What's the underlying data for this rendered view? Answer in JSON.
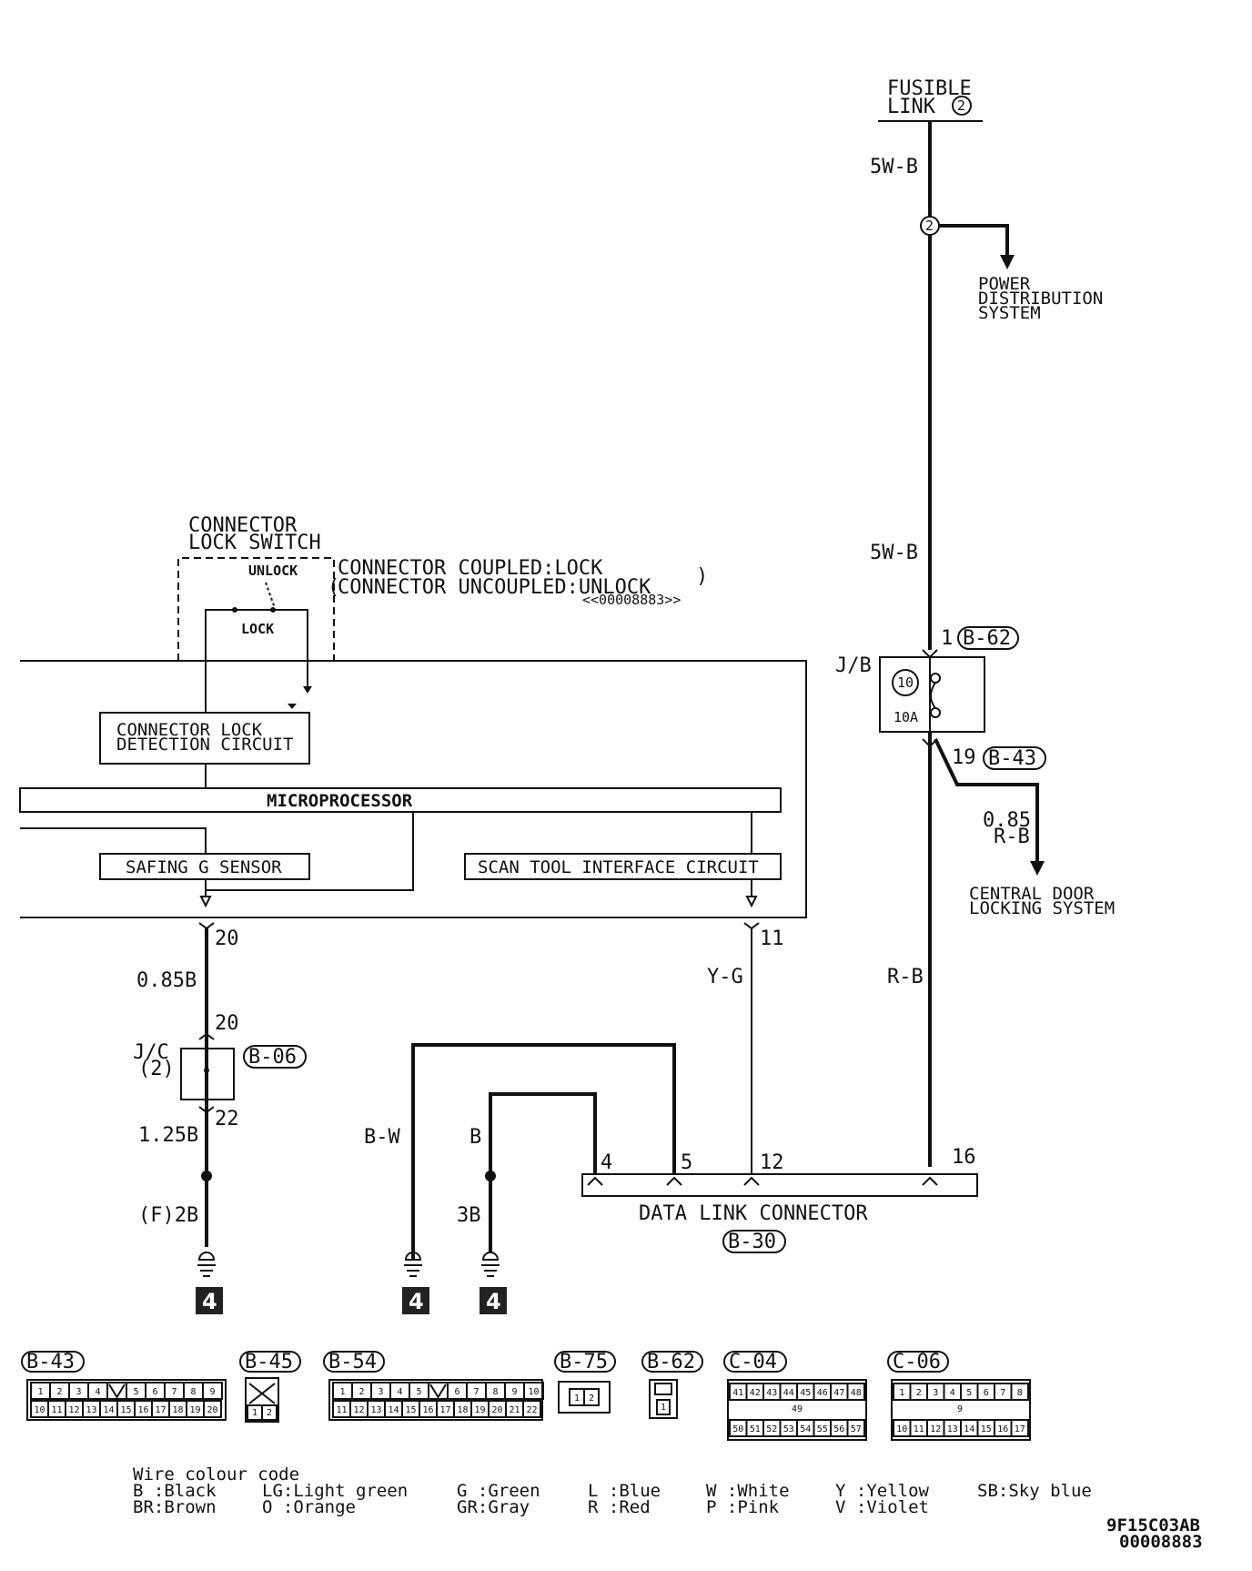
{
  "power": {
    "fusible_link": [
      "FUSIBLE",
      "LINK"
    ],
    "fusible_link_num": "2",
    "wire_top": "5W-B",
    "wire_mid": "5W-B",
    "junction_num": "2",
    "power_distribution": [
      "POWER",
      "DISTRIBUTION",
      "SYSTEM"
    ]
  },
  "jb": {
    "label": "J/B",
    "fuse_num": "10",
    "fuse_amp": "10A",
    "pin_in": "1",
    "conn_in": "B-62",
    "pin_out": "19",
    "conn_out": "B-43",
    "branch_wire": [
      "0.85",
      "R-B"
    ],
    "central_door": [
      "CENTRAL DOOR",
      "LOCKING SYSTEM"
    ],
    "wire_down": "R-B"
  },
  "srs": {
    "lock_switch_title": [
      "CONNECTOR",
      "LOCK SWITCH"
    ],
    "unlock": "UNLOCK",
    "lock": "LOCK",
    "coupled_note": [
      "CONNECTOR COUPLED:LOCK",
      "CONNECTOR UNCOUPLED:UNLOCK"
    ],
    "ref_code": "<<00008883>>",
    "lock_detect": [
      "CONNECTOR LOCK",
      "DETECTION CIRCUIT"
    ],
    "microprocessor": "MICROPROCESSOR",
    "safing": "SAFING G SENSOR",
    "scan_tool": "SCAN TOOL INTERFACE CIRCUIT"
  },
  "ground_branch": {
    "pin_top": "20",
    "wire1": "0.85B",
    "pin_jc_in": "20",
    "jc_label": [
      "J/C",
      "(2)"
    ],
    "jc_conn": "B-06",
    "pin_jc_out": "22",
    "wire2": "1.25B",
    "wire3": "(F)2B",
    "ground_num": "4"
  },
  "dlc": {
    "pin_11": "11",
    "wire_yg": "Y-G",
    "wire_bw": "B-W",
    "wire_b": "B",
    "wire_3b": "3B",
    "pins": [
      "4",
      "5",
      "12",
      "16"
    ],
    "title": "DATA LINK CONNECTOR",
    "conn": "B-30",
    "ground_num_a": "4",
    "ground_num_b": "4"
  },
  "connectors": [
    {
      "id": "B-43",
      "row1": [
        "1",
        "2",
        "3",
        "4",
        "",
        "5",
        "6",
        "7",
        "8",
        "9"
      ],
      "row2": [
        "10",
        "11",
        "12",
        "13",
        "14",
        "15",
        "16",
        "17",
        "18",
        "19",
        "20"
      ]
    },
    {
      "id": "B-45",
      "row2": [
        "1",
        "2"
      ]
    },
    {
      "id": "B-54",
      "row1": [
        "1",
        "2",
        "3",
        "4",
        "5",
        "",
        "6",
        "7",
        "8",
        "9",
        "10"
      ],
      "row2": [
        "11",
        "12",
        "13",
        "14",
        "15",
        "16",
        "17",
        "18",
        "19",
        "20",
        "21",
        "22"
      ]
    },
    {
      "id": "B-75",
      "row1": [
        "1",
        "2"
      ]
    },
    {
      "id": "B-62",
      "row1": [
        "1"
      ]
    },
    {
      "id": "C-04",
      "row1": [
        "41",
        "42",
        "43",
        "44",
        "45",
        "46",
        "47",
        "48"
      ],
      "mid": "49",
      "row2": [
        "50",
        "51",
        "52",
        "53",
        "54",
        "55",
        "56",
        "57"
      ]
    },
    {
      "id": "C-06",
      "row1": [
        "1",
        "2",
        "3",
        "4",
        "5",
        "6",
        "7",
        "8"
      ],
      "mid": "9",
      "row2": [
        "10",
        "11",
        "12",
        "13",
        "14",
        "15",
        "16",
        "17"
      ]
    }
  ],
  "legend": {
    "title": "Wire colour code",
    "row1": [
      "B :Black",
      "LG:Light green",
      "G :Green",
      "L :Blue",
      "W :White",
      "Y :Yellow",
      "SB:Sky blue"
    ],
    "row2": [
      "BR:Brown",
      "O :Orange",
      "GR:Gray",
      "R :Red",
      "P :Pink",
      "V :Violet"
    ]
  },
  "footer": {
    "code1": "9F15C03AB",
    "code2": "00008883"
  }
}
